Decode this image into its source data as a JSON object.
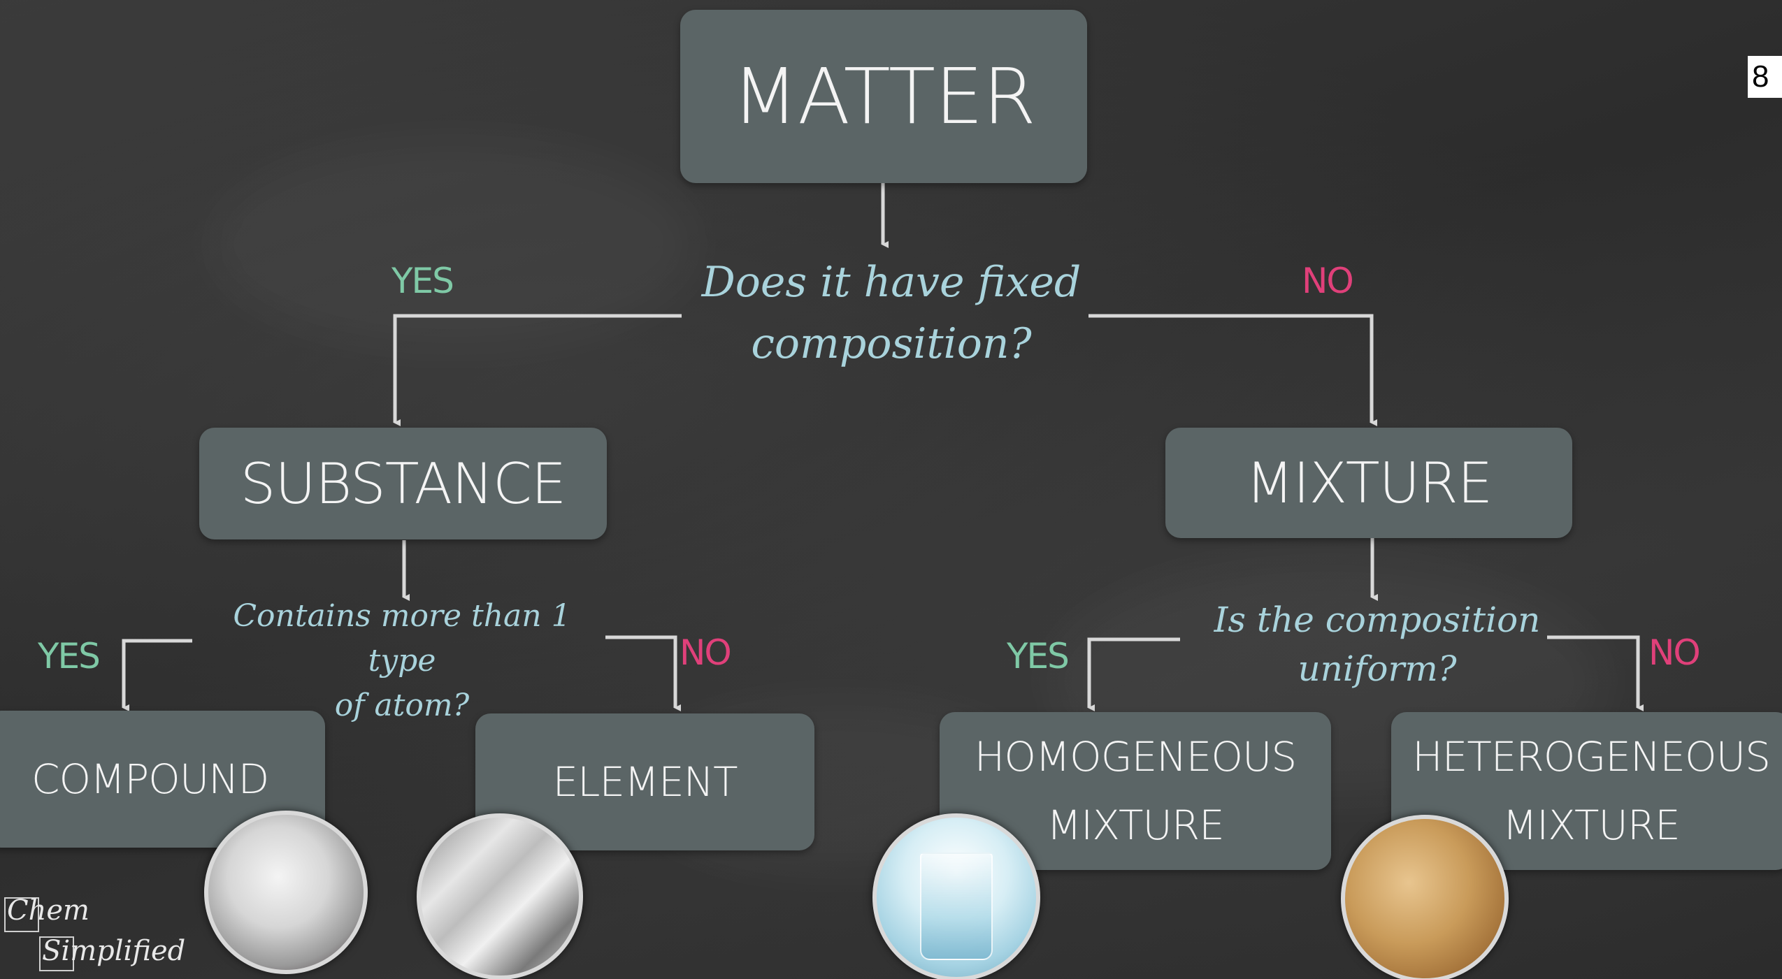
{
  "page_number": "8",
  "nodes": {
    "matter": "MATTER",
    "substance": "SUBSTANCE",
    "mixture": "MIXTURE",
    "compound": "COMPOUND",
    "element": "ELEMENT",
    "homogeneous_line1": "HOMOGENEOUS",
    "homogeneous_line2": "MIXTURE",
    "heterogeneous_line1": "HETEROGENEOUS",
    "heterogeneous_line2": "MIXTURE"
  },
  "questions": {
    "fixed_composition_line1": "Does it have fixed",
    "fixed_composition_line2": "composition?",
    "atom_types_line1": "Contains more than 1 type",
    "atom_types_line2": "of atom?",
    "uniform_line1": "Is the composition",
    "uniform_line2": "uniform?"
  },
  "branch_labels": {
    "yes": "YES",
    "no": "NO"
  },
  "logo": {
    "line1": "Chem",
    "line2": "Simplified"
  },
  "colors": {
    "board": "#2f2f2f",
    "box": "#5b6566",
    "question_text": "#a9d3dc",
    "yes": "#7fc9a6",
    "no": "#e0407a",
    "connector": "#d8d8d8"
  }
}
